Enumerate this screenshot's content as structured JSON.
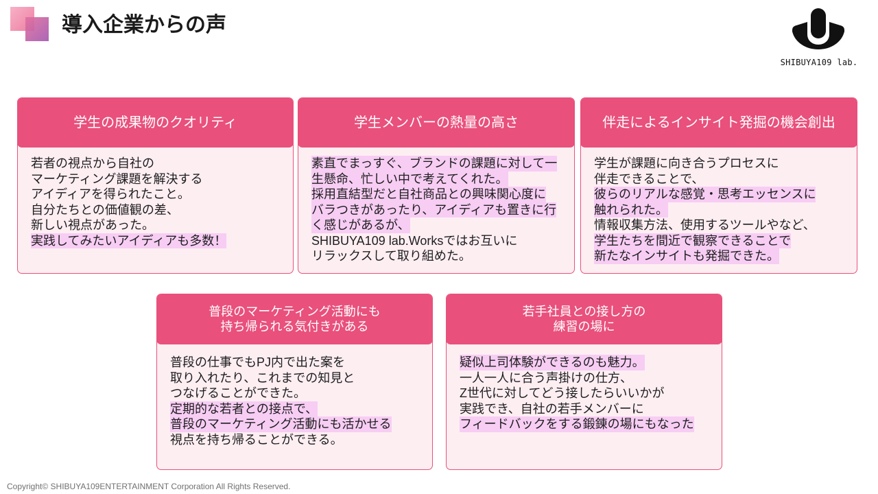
{
  "slide": {
    "title": "導入企業からの声",
    "logo_icon": "shibuya109-lab-logo-icon",
    "logo_text": "SHIBUYA109 lab.",
    "footer": "Copyright© SHIBUYA109ENTERTAINMENT Corporation All Rights Reserved."
  },
  "colors": {
    "accent": "#e9507c",
    "card_body": "#fdeef2",
    "highlight": "#f7cdf4"
  },
  "cards": [
    {
      "title_lines": [
        "学生の成果物のクオリティ"
      ],
      "lines": [
        {
          "text": "若者の視点から自社の",
          "highlighted": false
        },
        {
          "text": "マーケティング課題を解決する",
          "highlighted": false
        },
        {
          "text": "アイディアを得られたこと。",
          "highlighted": false
        },
        {
          "text": "自分たちとの価値観の差、",
          "highlighted": false
        },
        {
          "text": "新しい視点があった。",
          "highlighted": false
        },
        {
          "text": "実践してみたいアイディアも多数！",
          "highlighted": true
        }
      ]
    },
    {
      "title_lines": [
        "学生メンバーの熱量の高さ"
      ],
      "lines": [
        {
          "text": "素直でまっすぐ、ブランドの課題に対して一",
          "highlighted": true
        },
        {
          "text": "生懸命、忙しい中で考えてくれた。",
          "highlighted": true
        },
        {
          "text": "採用直結型だと自社商品との興味関心度に",
          "highlighted": true
        },
        {
          "text": "バラつきがあったり、アイディアも置きに行",
          "highlighted": true
        },
        {
          "text": "く感じがあるが、",
          "highlighted": true
        },
        {
          "text": "SHIBUYA109 lab.Worksではお互いに",
          "highlighted": false
        },
        {
          "text": "リラックスして取り組めた。",
          "highlighted": false
        }
      ]
    },
    {
      "title_lines": [
        "伴走によるインサイト発掘の機会創出"
      ],
      "lines": [
        {
          "text": "学生が課題に向き合うプロセスに",
          "highlighted": false
        },
        {
          "text": "伴走できることで、",
          "highlighted": false
        },
        {
          "text": "彼らのリアルな感覚・思考エッセンスに",
          "highlighted": true
        },
        {
          "text": "触れられた。",
          "highlighted": true
        },
        {
          "text": "情報収集方法、使用するツールやなど、",
          "highlighted": false
        },
        {
          "text": "学生たちを間近で観察できることで",
          "highlighted": true
        },
        {
          "text": "新たなインサイトも発掘できた。",
          "highlighted": true
        }
      ]
    },
    {
      "title_lines": [
        "普段のマーケティング活動にも",
        "持ち帰られる気付きがある"
      ],
      "lines": [
        {
          "text": "普段の仕事でもPJ内で出た案を",
          "highlighted": false
        },
        {
          "text": "取り入れたり、これまでの知見と",
          "highlighted": false
        },
        {
          "text": "つなげることができた。",
          "highlighted": false
        },
        {
          "text": "定期的な若者との接点で、",
          "highlighted": true
        },
        {
          "text": "普段のマーケティング活動にも活かせる",
          "highlighted": true
        },
        {
          "text": "視点を持ち帰ることができる。",
          "highlighted": false
        }
      ]
    },
    {
      "title_lines": [
        "若手社員との接し方の",
        "練習の場に"
      ],
      "lines": [
        {
          "text": "疑似上司体験ができるのも魅力。",
          "highlighted": true
        },
        {
          "text": "一人一人に合う声掛けの仕方、",
          "highlighted": false
        },
        {
          "text": "Z世代に対してどう接したらいいかが",
          "highlighted": false
        },
        {
          "text": "実践でき、自社の若手メンバーに",
          "highlighted": false
        },
        {
          "text": "フィードバックをする鍛錬の場にもなった",
          "highlighted": true
        }
      ]
    }
  ]
}
